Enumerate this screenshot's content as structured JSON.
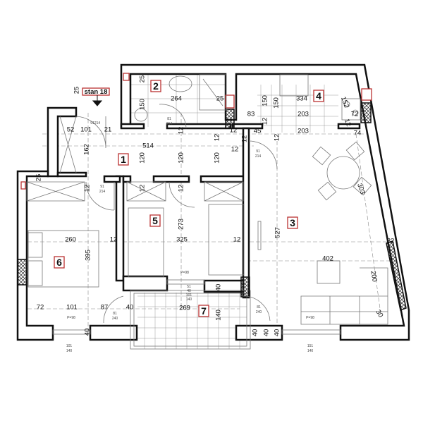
{
  "unit_label": "stan 18",
  "colors": {
    "label_box": "#b33333",
    "wall": "#111111",
    "hatch": "#111111"
  },
  "rooms": [
    "1",
    "2",
    "3",
    "4",
    "5",
    "6",
    "7"
  ],
  "dimensions": [
    "25",
    "101",
    "52",
    "21",
    "162",
    "514",
    "120",
    "120",
    "120",
    "12",
    "12",
    "12",
    "264",
    "25",
    "150",
    "25",
    "12",
    "83",
    "150",
    "150",
    "334",
    "203",
    "203",
    "12",
    "12",
    "45",
    "152",
    "72",
    "12",
    "74",
    "12",
    "25",
    "12",
    "12",
    "12",
    "260",
    "12",
    "325",
    "12",
    "395",
    "273",
    "527",
    "402",
    "32",
    "200",
    "30",
    "72",
    "101",
    "87",
    "40",
    "269",
    "140",
    "40",
    "40",
    "40",
    "40",
    "40",
    "303"
  ],
  "door_notes": [
    "91",
    "214",
    "91",
    "214",
    "81",
    "214",
    "91",
    "214",
    "81",
    "240",
    "81",
    "240",
    "101",
    "140",
    "151",
    "140",
    "101",
    "140",
    "51",
    "40"
  ],
  "floor_notes": [
    "P=98",
    "P=98",
    "P=98"
  ]
}
